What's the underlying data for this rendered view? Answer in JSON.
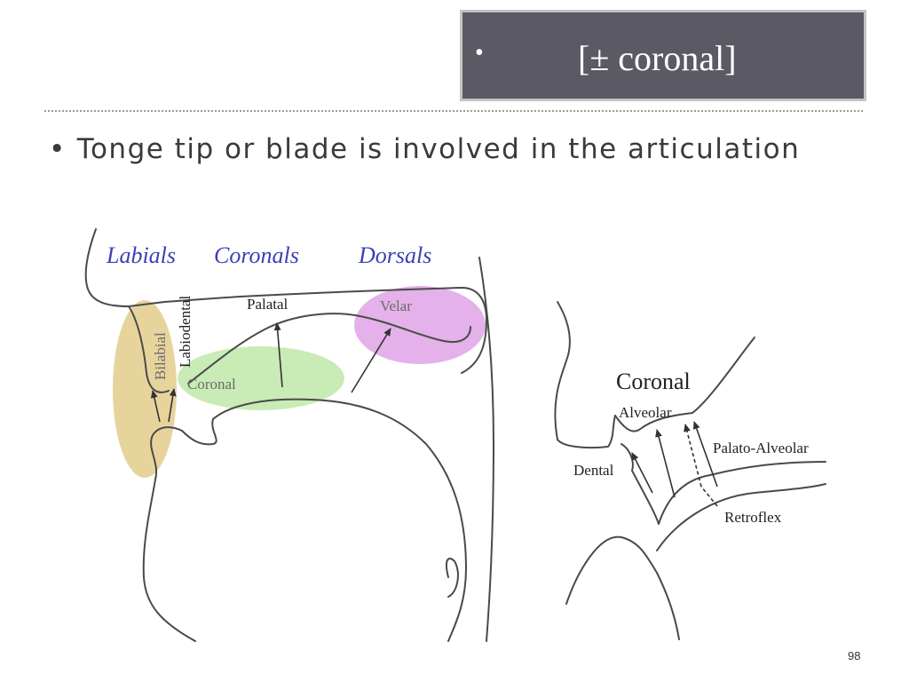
{
  "slide": {
    "title_bullet": "•",
    "title": "[± coronal]",
    "bullet_symbol": "•",
    "bullet_text": "Tonge tip or blade is involved in the articulation",
    "page_number": "98"
  },
  "diagram": {
    "categories": {
      "labials": "Labials",
      "coronals": "Coronals",
      "dorsals": "Dorsals"
    },
    "left_labels": {
      "bilabial": "Bilabial",
      "labiodental": "Labiodental",
      "palatal": "Palatal",
      "velar": "Velar",
      "coronal": "Coronal"
    },
    "right_labels": {
      "heading": "Coronal",
      "alveolar": "Alveolar",
      "dental": "Dental",
      "palato_alveolar": "Palato-Alveolar",
      "retroflex": "Retroflex"
    },
    "colors": {
      "labials_region": "#e3cc8c",
      "coronals_region": "#bfe8a8",
      "dorsals_region": "#dfa3e6",
      "category_text": "#3b3fb6"
    }
  }
}
